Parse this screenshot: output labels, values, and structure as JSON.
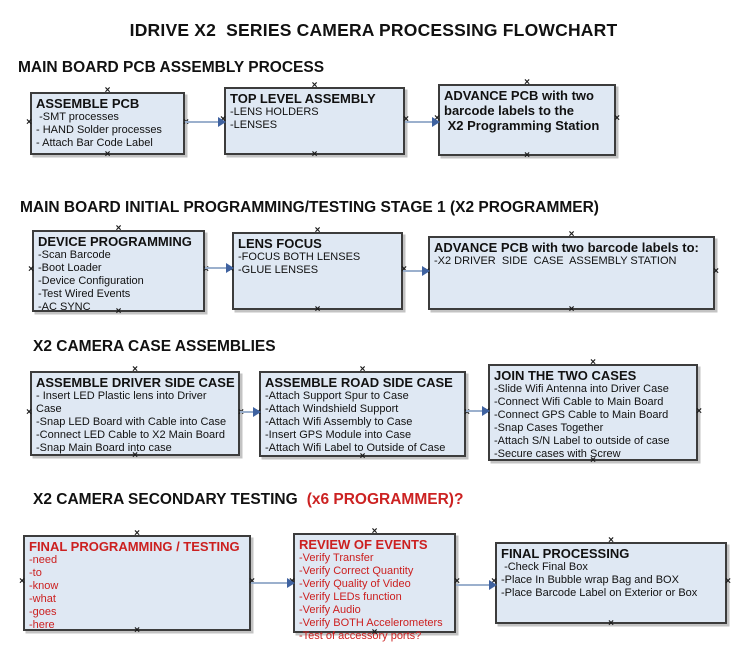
{
  "icons": {
    "anchor_x": "×"
  },
  "colors": {
    "box_fill": "#dfe8f3",
    "box_border": "#3c3c3c",
    "arrow_line": "#9bb0cd",
    "arrow_head": "#3f62a0",
    "red_text": "#cc2020"
  },
  "title": "IDRIVE X2  SERIES CAMERA PROCESSING FLOWCHART",
  "sections": [
    {
      "heading": "MAIN BOARD PCB ASSEMBLY PROCESS",
      "boxes": [
        {
          "title": "ASSEMBLE PCB",
          "items": [
            " -SMT processes",
            "- HAND Solder processes",
            "- Attach Bar Code Label"
          ]
        },
        {
          "title": "TOP LEVEL ASSEMBLY",
          "items": [
            "-LENS HOLDERS",
            "-LENSES"
          ]
        },
        {
          "title": "ADVANCE PCB with two\nbarcode labels to the\n X2 Programming Station",
          "items": []
        }
      ]
    },
    {
      "heading": "MAIN BOARD INITIAL PROGRAMMING/TESTING STAGE 1 (X2 PROGRAMMER)",
      "boxes": [
        {
          "title": "DEVICE PROGRAMMING",
          "items": [
            "-Scan Barcode",
            "-Boot Loader",
            "-Device Configuration",
            "-Test Wired Events",
            "-AC SYNC"
          ]
        },
        {
          "title": "LENS FOCUS",
          "items": [
            "-FOCUS BOTH LENSES",
            "-GLUE LENSES"
          ]
        },
        {
          "title": "ADVANCE PCB with two barcode labels to:",
          "items": [
            "-X2 DRIVER  SIDE  CASE  ASSEMBLY STATION"
          ]
        }
      ]
    },
    {
      "heading": "X2 CAMERA CASE ASSEMBLIES",
      "boxes": [
        {
          "title": "ASSEMBLE DRIVER SIDE CASE",
          "items": [
            "- Insert LED Plastic lens into Driver Case",
            "-Snap LED Board with Cable into Case",
            "-Connect LED Cable to X2 Main Board",
            "-Snap Main Board into case"
          ]
        },
        {
          "title": "ASSEMBLE ROAD SIDE CASE",
          "items": [
            "-Attach Support Spur to Case",
            "-Attach Windshield Support",
            "-Attach Wifi Assembly to Case",
            "-Insert GPS Module into Case",
            "-Attach Wifi Label to Outside of Case"
          ]
        },
        {
          "title": "JOIN THE TWO CASES",
          "items": [
            "-Slide Wifi Antenna into Driver Case",
            "-Connect Wifi Cable to Main Board",
            "-Connect GPS Cable to Main Board",
            "-Snap Cases Together",
            "-Attach S/N Label to outside of case",
            "-Secure cases with Screw"
          ]
        }
      ]
    },
    {
      "heading": "X2 CAMERA SECONDARY TESTING",
      "heading_red": "(x6 PROGRAMMER)?",
      "boxes": [
        {
          "title": "FINAL PROGRAMMING / TESTING",
          "items": [
            "-need",
            "-to",
            "-know",
            "-what",
            "-goes",
            "-here"
          ]
        },
        {
          "title": "REVIEW OF EVENTS",
          "items": [
            "-Verify Transfer",
            "-Verify Correct Quantity",
            "-Verify Quality of Video",
            "-Verify LEDs function",
            "-Verify Audio",
            "-Verify BOTH Accelerometers",
            "-Test of accessory ports?"
          ]
        },
        {
          "title": "FINAL PROCESSING",
          "items": [
            " -Check Final Box",
            "-Place In Bubble wrap Bag and BOX",
            "-Place Barcode Label on Exterior or Box"
          ]
        }
      ]
    }
  ]
}
